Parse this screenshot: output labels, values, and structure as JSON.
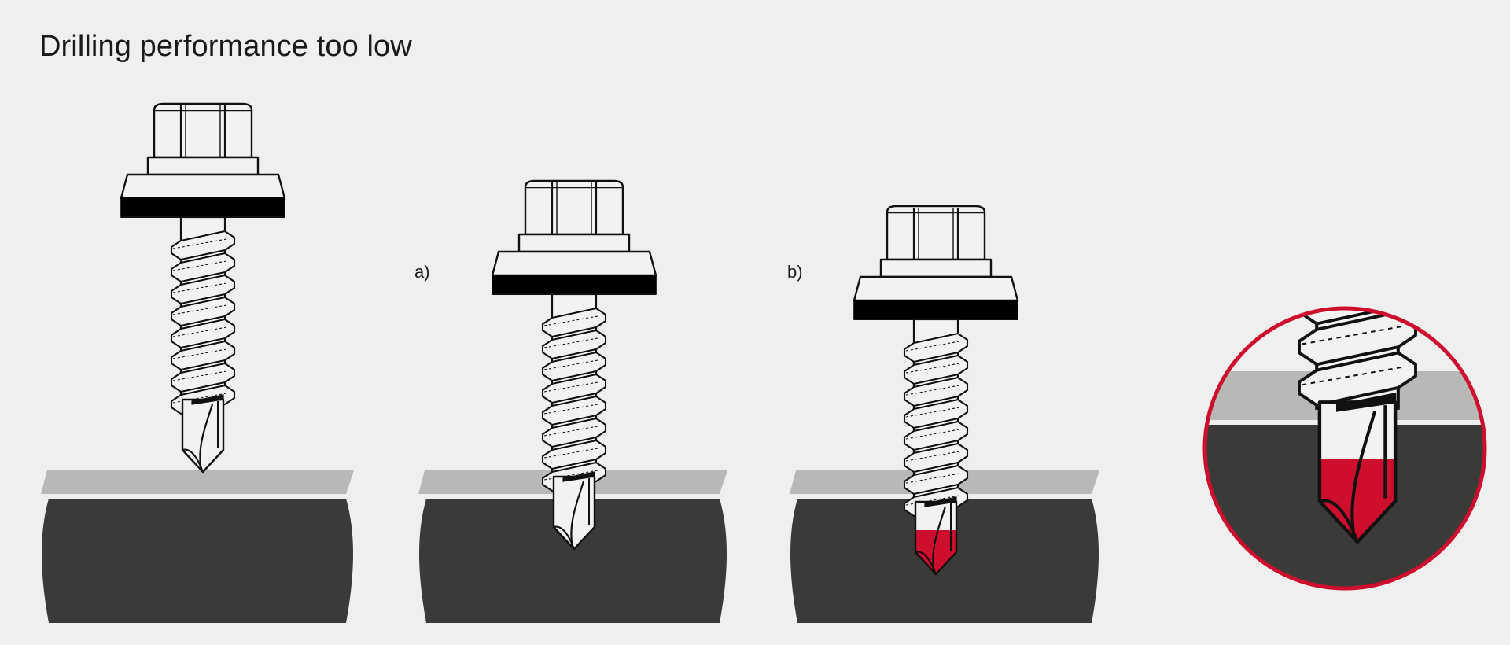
{
  "header": {
    "title": "Drilling performance too low"
  },
  "labels": {
    "panel_a": "a)",
    "panel_b": "b)"
  },
  "colors": {
    "background": "#EFEFEF",
    "accent_red": "#CE0E2D",
    "substrate_dark": "#3A3A38",
    "substrate_light": "#B8B8B6",
    "metal_fill": "#F2F2F1",
    "outline": "#111111",
    "sealing_washer": "#000000",
    "text": "#1A1A1A"
  },
  "diagram": {
    "type": "technical-illustration",
    "subject": "self-drilling screw fastening into metal substrate",
    "panels": [
      {
        "id": "panel-1",
        "label": "",
        "description": "Self-drilling screw positioned above substrate, drill tip not yet engaged",
        "screw": {
          "head": "hex-head",
          "washer": "sealing-washer",
          "thread_turns": 8,
          "tip": "drill-point",
          "tip_fill": "metal"
        },
        "substrate": {
          "top_layer": "light-gray",
          "body": "dark-gray",
          "penetration": "none"
        }
      },
      {
        "id": "panel-2",
        "label": "a)",
        "description": "Drill tip just touching substrate surface, drilling has not progressed",
        "screw": {
          "head": "hex-head",
          "washer": "sealing-washer",
          "thread_turns": 8,
          "tip": "drill-point",
          "tip_fill": "metal"
        },
        "substrate": {
          "top_layer": "light-gray",
          "body": "dark-gray",
          "penetration": "surface-contact"
        }
      },
      {
        "id": "panel-3",
        "label": "b)",
        "description": "Drill tip penetrated substrate, tip highlighted red indicating overheating from low drilling performance",
        "screw": {
          "head": "hex-head",
          "washer": "sealing-washer",
          "thread_turns": 8,
          "tip": "drill-point",
          "tip_fill": "red-highlight"
        },
        "substrate": {
          "top_layer": "light-gray",
          "body": "dark-gray",
          "penetration": "drilled-through-top-layer"
        }
      },
      {
        "id": "detail-circle",
        "label": "",
        "description": "Magnified circular detail view with red outline, showing threaded shank crossing layers and drill tip with red highlight",
        "shape": "circle",
        "outline_color": "#CE0E2D",
        "tip_fill": "red-highlight"
      }
    ]
  }
}
